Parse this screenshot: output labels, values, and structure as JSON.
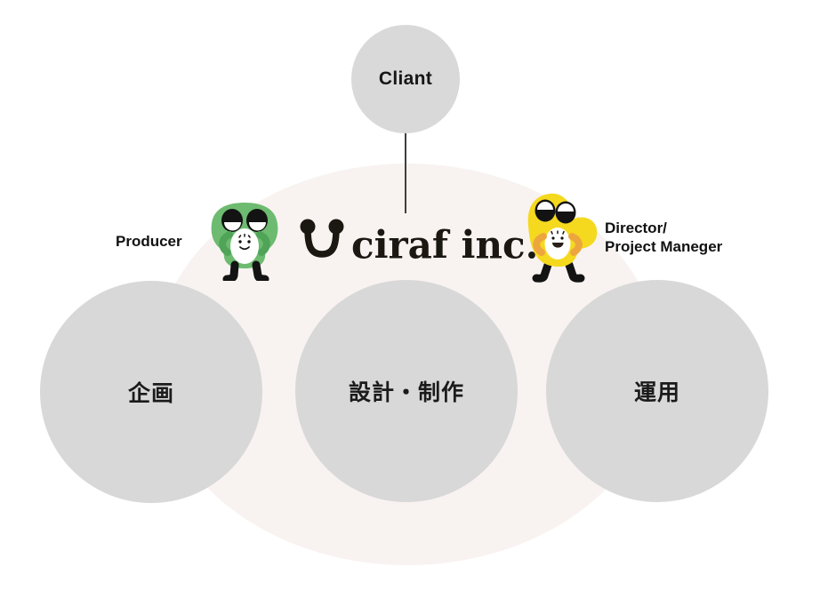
{
  "diagram": {
    "client": {
      "label": "Cliant"
    },
    "logo": {
      "text": "ciraf inc.",
      "mark_icon": "u-antenna-logo-mark"
    },
    "producer": {
      "label": "Producer",
      "mascot_icon": "green-blob-mascot"
    },
    "director": {
      "line1": "Director/",
      "line2": "Project Maneger",
      "mascot_icon": "yellow-blob-mascot"
    },
    "nodes": [
      {
        "label": "企画"
      },
      {
        "label": "設計・制作"
      },
      {
        "label": "運用"
      }
    ],
    "colors": {
      "node_gray": "#d8d8d8",
      "client_gray": "#d9d9d9",
      "backdrop_pink": "#f8f3f1",
      "connector": "#3e3e3e",
      "ink": "#1b1812",
      "mascot_green_body": "#6dbb70",
      "mascot_green_arm": "#4fa457",
      "mascot_yellow_body": "#f5d91e",
      "mascot_yellow_arm": "#eda63e"
    }
  }
}
